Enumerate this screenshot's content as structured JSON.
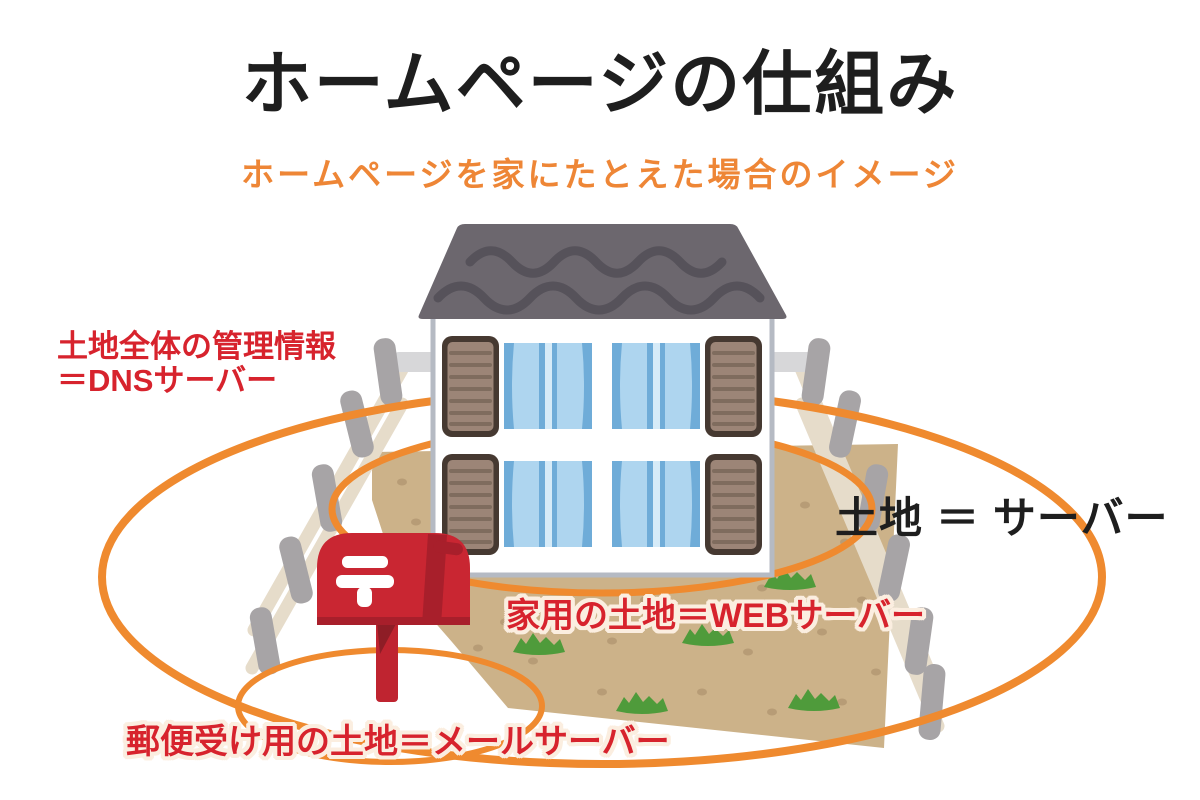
{
  "header": {
    "title": "ホームページの仕組み",
    "subtitle": "ホームページを家にたとえた場合のイメージ"
  },
  "annotations": {
    "dns_line1": "土地全体の管理情報",
    "dns_line2": "＝DNSサーバー",
    "server": "土地 ＝ サーバー",
    "web_server": "家用の土地＝WEBサーバー",
    "mail_server": "郵便受け用の土地＝メールサーバー"
  },
  "illustration": {
    "icons": {
      "mailbox_postal_mark": "〒"
    },
    "colors": {
      "ellipse_orange": "#ef8a2f",
      "subtitle_orange": "#ee8636",
      "label_red": "#d7232d",
      "label_outline_cream": "#fbeee0",
      "title_black": "#1e1e1e",
      "roof_gray": "#6c676e",
      "mailbox_red": "#c92632",
      "land_tan": "#ccb289",
      "grass_green": "#4f9b3b"
    }
  }
}
